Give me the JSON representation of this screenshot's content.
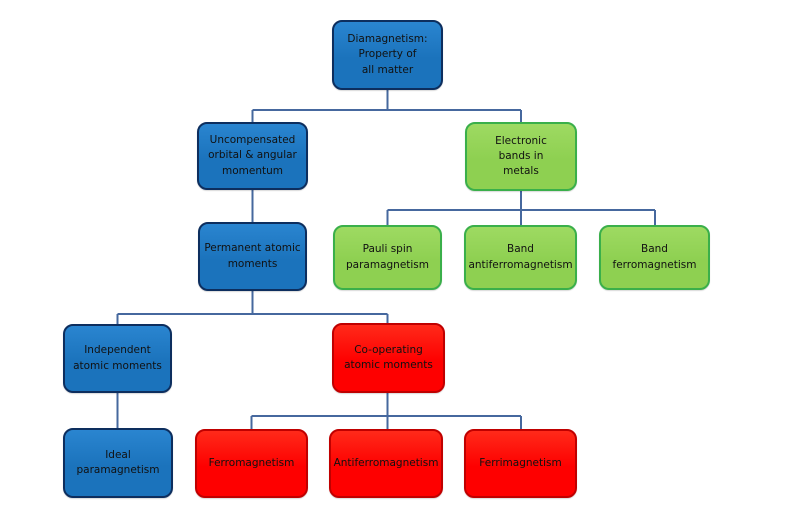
{
  "colors": {
    "background": "#ffffff",
    "text": "#111111",
    "connector": "#46689e",
    "blue_fill": "#1b73bc",
    "blue_fill_light": "#2a85d0",
    "blue_border": "#0d2e5e",
    "green_fill": "#8ed051",
    "green_fill_light": "#9eda62",
    "green_border": "#3aaf4a",
    "red_fill": "#fe0000",
    "red_fill_light": "#ff2a1a",
    "red_border": "#c00000"
  },
  "nodes": [
    {
      "id": "diamagnetism",
      "label": "Diamagnetism:\nProperty of\nall matter",
      "variant": "blue"
    },
    {
      "id": "uncompensated",
      "label": "Uncompensated\norbital & angular\nmomentum",
      "variant": "blue"
    },
    {
      "id": "electronic",
      "label": "Electronic\nbands in\nmetals",
      "variant": "green"
    },
    {
      "id": "permanent",
      "label": "Permanent atomic\nmoments",
      "variant": "blue"
    },
    {
      "id": "pauli",
      "label": "Pauli spin\nparamagnetism",
      "variant": "green"
    },
    {
      "id": "band-antiferro",
      "label": "Band\nantiferromagnetism",
      "variant": "green"
    },
    {
      "id": "band-ferro",
      "label": "Band\nferromagnetism",
      "variant": "green"
    },
    {
      "id": "independent",
      "label": "Independent\natomic moments",
      "variant": "blue"
    },
    {
      "id": "cooperating",
      "label": "Co-operating\natomic moments",
      "variant": "red"
    },
    {
      "id": "ideal",
      "label": "Ideal\nparamagnetism",
      "variant": "blue"
    },
    {
      "id": "ferromagnetism",
      "label": "Ferromagnetism",
      "variant": "red"
    },
    {
      "id": "antiferromagnetism",
      "label": "Antiferromagnetism",
      "variant": "red"
    },
    {
      "id": "ferrimagnetism",
      "label": "Ferrimagnetism",
      "variant": "red"
    }
  ],
  "edges": [
    {
      "from": "diamagnetism",
      "to": "uncompensated"
    },
    {
      "from": "diamagnetism",
      "to": "electronic"
    },
    {
      "from": "uncompensated",
      "to": "permanent"
    },
    {
      "from": "electronic",
      "to": "pauli"
    },
    {
      "from": "electronic",
      "to": "band-antiferro"
    },
    {
      "from": "electronic",
      "to": "band-ferro"
    },
    {
      "from": "permanent",
      "to": "independent"
    },
    {
      "from": "permanent",
      "to": "cooperating"
    },
    {
      "from": "independent",
      "to": "ideal"
    },
    {
      "from": "cooperating",
      "to": "ferromagnetism"
    },
    {
      "from": "cooperating",
      "to": "antiferromagnetism"
    },
    {
      "from": "cooperating",
      "to": "ferrimagnetism"
    }
  ]
}
